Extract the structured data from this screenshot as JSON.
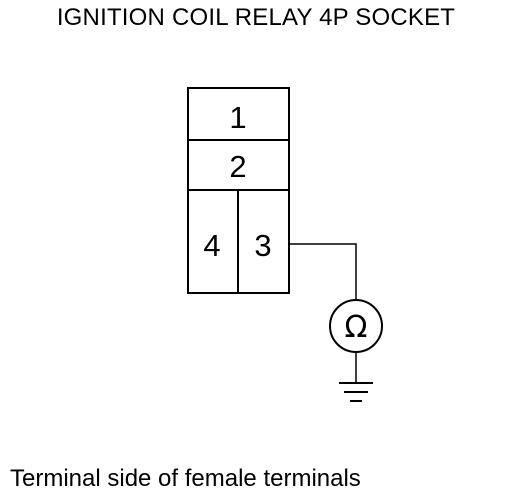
{
  "title": "IGNITION COIL RELAY 4P SOCKET",
  "caption": "Terminal side of female terminals",
  "connector": {
    "terminals": [
      "1",
      "2",
      "4",
      "3"
    ]
  },
  "meter": {
    "symbol": "Ω"
  }
}
